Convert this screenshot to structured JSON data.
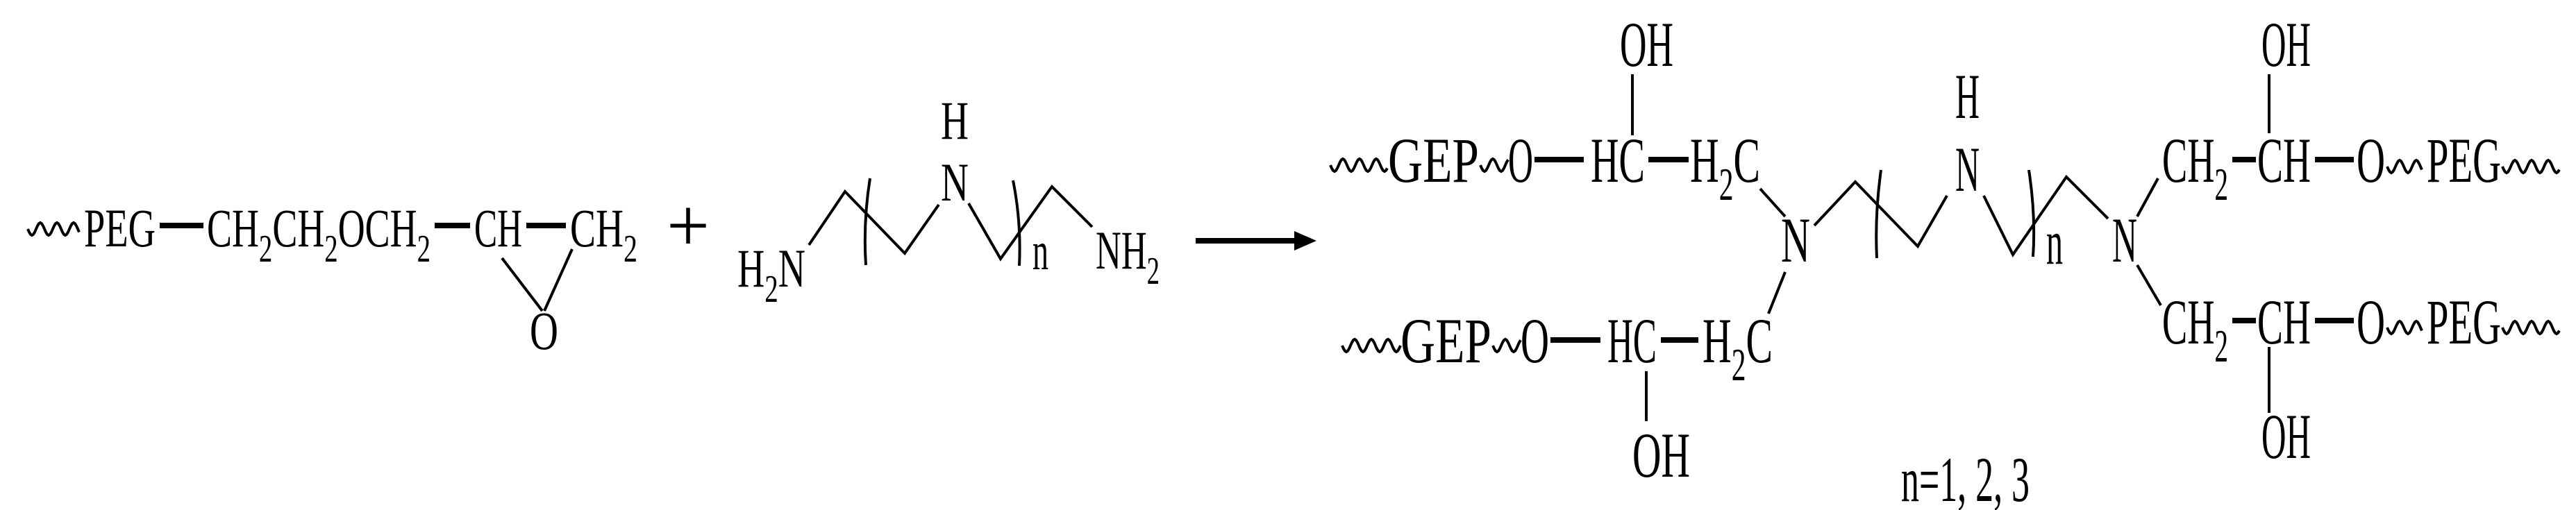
{
  "reactant_epoxide": {
    "peg": "PEG",
    "chain": "CH2CH2OCH2",
    "ch": "CH",
    "ch2": "CH2",
    "ring_o": "O"
  },
  "plus": "+",
  "reactant_amine": {
    "h2n": "H2N",
    "n": "N",
    "h": "H",
    "repeat": "n",
    "nh2": "NH2"
  },
  "product": {
    "top_left": {
      "gep": "GEP",
      "o": "O",
      "hc": "HC",
      "h2c": "H2C",
      "oh": "OH"
    },
    "bottom_left": {
      "gep": "GEP",
      "o": "O",
      "hc": "HC",
      "h2c": "H2C",
      "oh": "OH"
    },
    "n_left": "N",
    "n_mid": "N",
    "h_mid": "H",
    "repeat": "n",
    "n_right": "N",
    "top_right": {
      "ch2": "CH2",
      "ch": "CH",
      "o": "O",
      "peg": "PEG",
      "oh": "OH"
    },
    "bottom_right": {
      "ch2": "CH2",
      "ch": "CH",
      "o": "O",
      "peg": "PEG",
      "oh": "OH"
    }
  },
  "note": "n=1, 2, 3",
  "colors": {
    "ink": "#000000",
    "background": "#ffffff"
  }
}
